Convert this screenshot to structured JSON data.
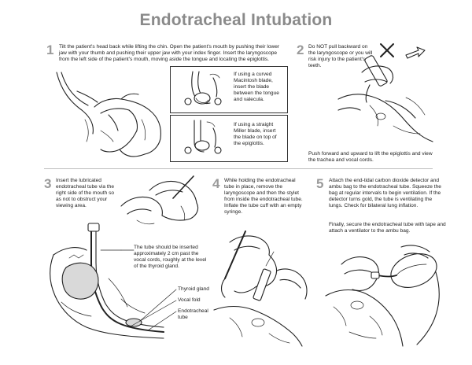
{
  "title": "Endotracheal Intubation",
  "steps": [
    {
      "number": "1",
      "text": "Tilt the patient's head back while lifting the chin. Open the patient's mouth by pushing their lower jaw with your thumb and pushing their upper jaw with your index finger. Insert the laryngoscope from the left side of the patient's mouth, moving aside the tongue and locating the epiglottis.",
      "insets": [
        "If using a curved Macintosh blade, insert the blade between the tongue and valecula.",
        "If using a straight Miller blade, insert the blade on top of the epiglottis."
      ]
    },
    {
      "number": "2",
      "text": "Do NOT pull backward on the laryngoscope or you will risk injury to the patient's teeth.",
      "text2": "Push forward and upward to lift the epiglottis and view the trachea and vocal cords."
    },
    {
      "number": "3",
      "text": "Insert the lubricated endotracheal tube via the right side of the mouth so as not to obstruct your viewing area.",
      "note": "The tube should be inserted approximately 2 cm past the vocal cords, roughly at the level of the thyroid gland.",
      "labels": [
        "Thyroid gland",
        "Vocal fold",
        "Endotracheal tube"
      ]
    },
    {
      "number": "4",
      "text": "While holding the endotracheal tube in place, remove the laryngoscope and then the stylet from inside the endotracheal tube. Inflate the tube cuff with an empty syringe."
    },
    {
      "number": "5",
      "text": "Attach the end-tidal carbon dioxide detector and ambu bag to the endotracheal tube. Squeeze the bag at regular intervals to begin ventilation. If the detector turns gold, the tube is ventilating the lungs. Check for bilateral lung inflation.",
      "text2": "Finally, secure the endotracheal tube with tape and attach a ventilator to the ambu bag."
    }
  ]
}
